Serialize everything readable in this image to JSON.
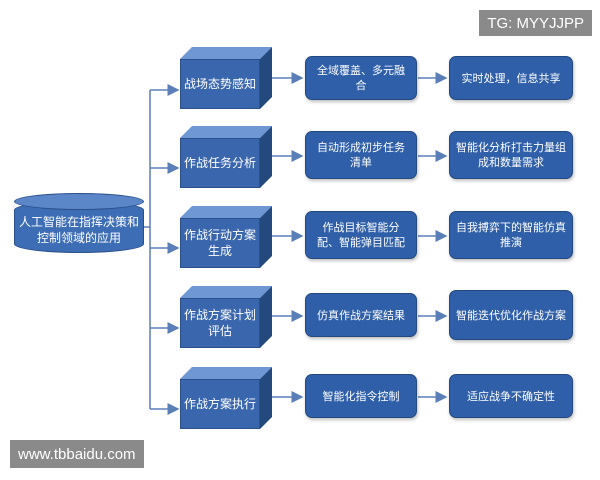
{
  "diagram": {
    "root": {
      "label": "人工智能在指挥决策和控制领域的应用"
    },
    "rows": [
      {
        "stage": "战场态势感知",
        "step1": "全域覆盖、多元融合",
        "step2": "实时处理，信息共享"
      },
      {
        "stage": "作战任务分析",
        "step1": "自动形成初步任务清单",
        "step2": "智能化分析打击力量组成和数量需求"
      },
      {
        "stage": "作战行动方案生成",
        "step1": "作战目标智能分配、智能弹目匹配",
        "step2": "自我搏弈下的智能仿真推演"
      },
      {
        "stage": "作战方案计划评估",
        "step1": "仿真作战方案结果",
        "step2": "智能迭代优化作战方案"
      },
      {
        "stage": "作战方案执行",
        "step1": "智能化指令控制",
        "step2": "适应战争不确定性"
      }
    ]
  },
  "watermarks": {
    "top": "TG: MYYJJPP",
    "bottom": "www.tbbaidu.com"
  },
  "colors": {
    "box": "#2f5fa8",
    "cube": "#3a66ad",
    "line": "#5a7fb8"
  }
}
